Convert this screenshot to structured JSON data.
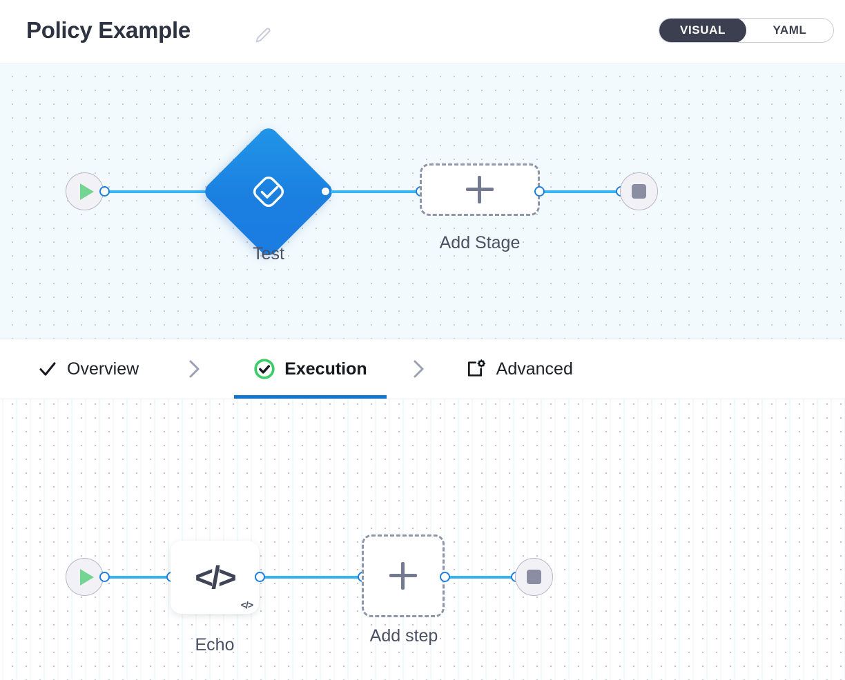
{
  "header": {
    "title": "Policy Example",
    "edit_icon": "pencil-icon",
    "view_toggle": {
      "options": [
        "VISUAL",
        "YAML"
      ],
      "selected": "VISUAL"
    }
  },
  "stage_canvas": {
    "start_node": {
      "icon": "play-icon",
      "label": ""
    },
    "nodes": [
      {
        "type": "stage",
        "label": "Test",
        "icon": "check-square-icon",
        "color": "#1b7fe0"
      },
      {
        "type": "add",
        "label": "Add Stage",
        "icon": "plus-icon"
      }
    ],
    "end_node": {
      "icon": "stop-icon",
      "label": ""
    }
  },
  "tabs": [
    {
      "label": "Overview",
      "icon": "check-icon",
      "active": false
    },
    {
      "label": "Execution",
      "icon": "check-circle-icon",
      "active": true
    },
    {
      "label": "Advanced",
      "icon": "window-gear-icon",
      "active": false
    }
  ],
  "separators": [
    "chevron-right-icon",
    "chevron-right-icon"
  ],
  "step_canvas": {
    "start_node": {
      "icon": "play-icon"
    },
    "nodes": [
      {
        "type": "step",
        "label": "Echo",
        "icon": "code-icon",
        "badge": "</>"
      },
      {
        "type": "add",
        "label": "Add step",
        "icon": "plus-icon"
      }
    ],
    "end_node": {
      "icon": "stop-icon"
    }
  },
  "colors": {
    "accent_blue": "#1275ce",
    "edge_blue": "#37b4f2",
    "port_blue": "#1c7fe0",
    "stage_blue": "#1b7fe0",
    "success_green": "#3ecc69",
    "play_green": "#74d491",
    "toggle_dark": "#3b3f4f",
    "title_dark": "#2e3342"
  }
}
